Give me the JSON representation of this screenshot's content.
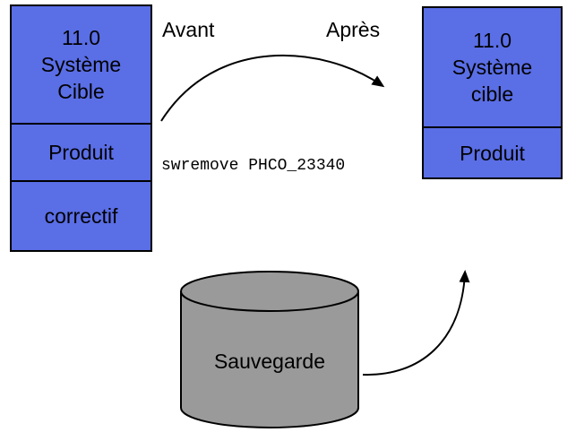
{
  "labels": {
    "avant": "Avant",
    "apres": "Après"
  },
  "command": "swremove PHCO_23340",
  "before_stack": {
    "system": "11.0\nSystème\nCible",
    "product": "Produit",
    "patch": "correctif"
  },
  "after_stack": {
    "system": "11.0\nSystème\ncible",
    "product": "Produit"
  },
  "backup": {
    "label": "Sauvegarde"
  },
  "colors": {
    "box_fill": "#5a6ee6",
    "cylinder_fill": "#9a9a9a",
    "outline": "#000000"
  }
}
